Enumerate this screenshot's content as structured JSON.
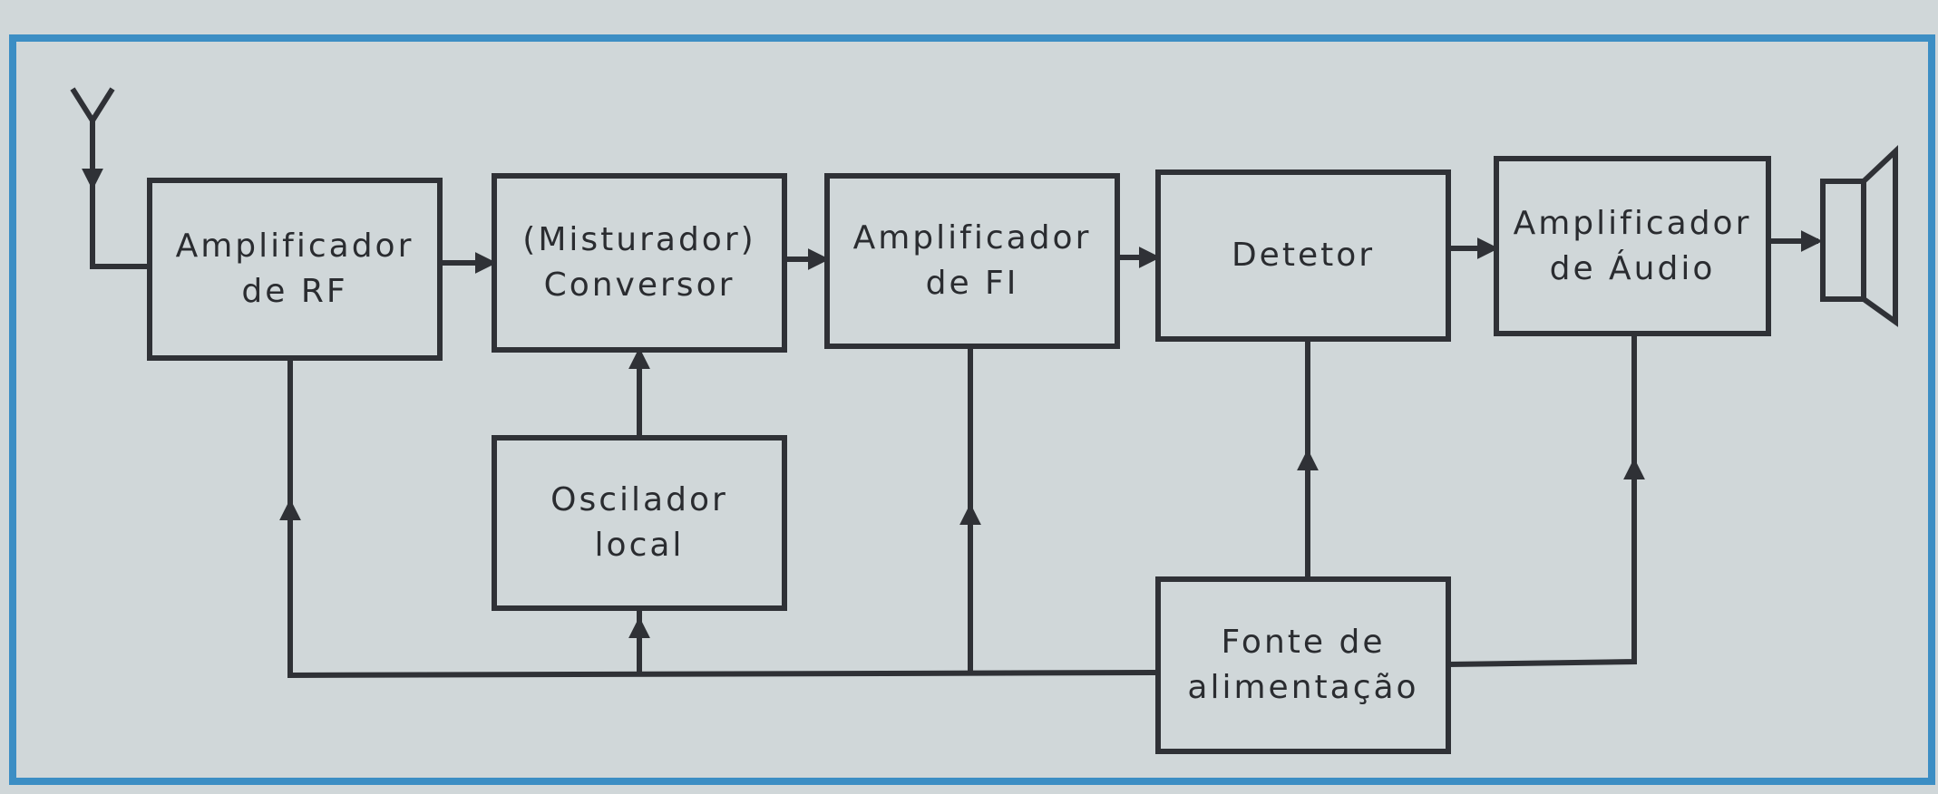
{
  "colors": {
    "background": "#d0d7d9",
    "frame": "#3c8ec4",
    "ink": "#2f3136"
  },
  "blocks": {
    "rf_amp": {
      "line1": "Amplificador",
      "line2": "de RF"
    },
    "mixer": {
      "line1": "(Misturador)",
      "line2": "Conversor"
    },
    "if_amp": {
      "line1": "Amplificador",
      "line2": "de FI"
    },
    "detector": {
      "line1": "Detetor"
    },
    "audio_amp": {
      "line1": "Amplificador",
      "line2": "de Áudio"
    },
    "local_osc": {
      "line1": "Oscilador",
      "line2": "local"
    },
    "power_supply": {
      "line1": "Fonte de",
      "line2": "alimentação"
    }
  },
  "icons": {
    "antenna": "antenna-icon",
    "speaker": "speaker-icon"
  }
}
